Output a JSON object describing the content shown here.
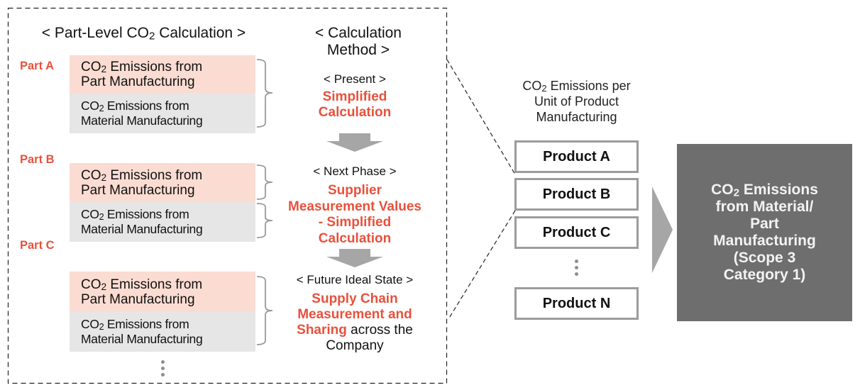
{
  "left_panel": {
    "heading": "< Part-Level CO2 Calculation >",
    "parts": [
      {
        "label": "Part A",
        "part_emission": {
          "line1": "CO2 Emissions from",
          "line2": "Part Manufacturing"
        },
        "material_emission": {
          "line1": "CO2 Emissions from",
          "line2": "Material Manufacturing"
        }
      },
      {
        "label": "Part B",
        "part_emission": {
          "line1": "CO2 Emissions from",
          "line2": "Part Manufacturing"
        },
        "material_emission": {
          "line1": "CO2 Emissions from",
          "line2": "Material Manufacturing"
        }
      },
      {
        "label": "Part C",
        "part_emission": {
          "line1": "CO2 Emissions from",
          "line2": "Part Manufacturing"
        },
        "material_emission": {
          "line1": "CO2 Emissions from",
          "line2": "Material Manufacturing"
        }
      }
    ]
  },
  "method_panel": {
    "heading_line1": "< Calculation",
    "heading_line2": "Method >",
    "phases": [
      {
        "phase": "< Present >",
        "method_lines": [
          "Simplified",
          "Calculation"
        ]
      },
      {
        "phase": "< Next Phase >",
        "method_lines": [
          "Supplier",
          "Measurement Values",
          "- Simplified",
          "Calculation"
        ]
      },
      {
        "phase": "< Future Ideal State >",
        "method_lines": [
          "Supply Chain",
          "Measurement and",
          "Sharing"
        ],
        "suffix": " across the",
        "suffix_line2": "Company"
      }
    ]
  },
  "product_panel": {
    "label_lines": [
      "CO2 Emissions per",
      "Unit of Product",
      "Manufacturing"
    ],
    "products": [
      "Product A",
      "Product B",
      "Product C",
      "Product N"
    ]
  },
  "result": {
    "lines": [
      "CO2 Emissions",
      "from Material/",
      "Part",
      "Manufacturing",
      "(Scope 3",
      "Category 1)"
    ]
  },
  "colors": {
    "accent_red": "#e8513c",
    "part_fill": "#fbdcd2",
    "material_fill": "#e6e6e6",
    "arrow_gray": "#a6a6a6",
    "result_fill": "#6e6e6e"
  }
}
